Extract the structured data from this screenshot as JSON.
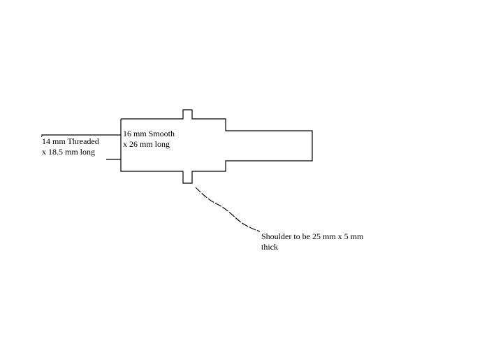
{
  "diagram": {
    "stroke_color": "#000000",
    "background_color": "#ffffff",
    "labels": {
      "threaded": [
        "14 mm Threaded",
        "x 18.5 mm long"
      ],
      "smooth": [
        "16 mm Smooth",
        "x 26 mm long"
      ],
      "shoulder": [
        "Shoulder to be 25 mm x 5 mm",
        "thick"
      ]
    }
  }
}
